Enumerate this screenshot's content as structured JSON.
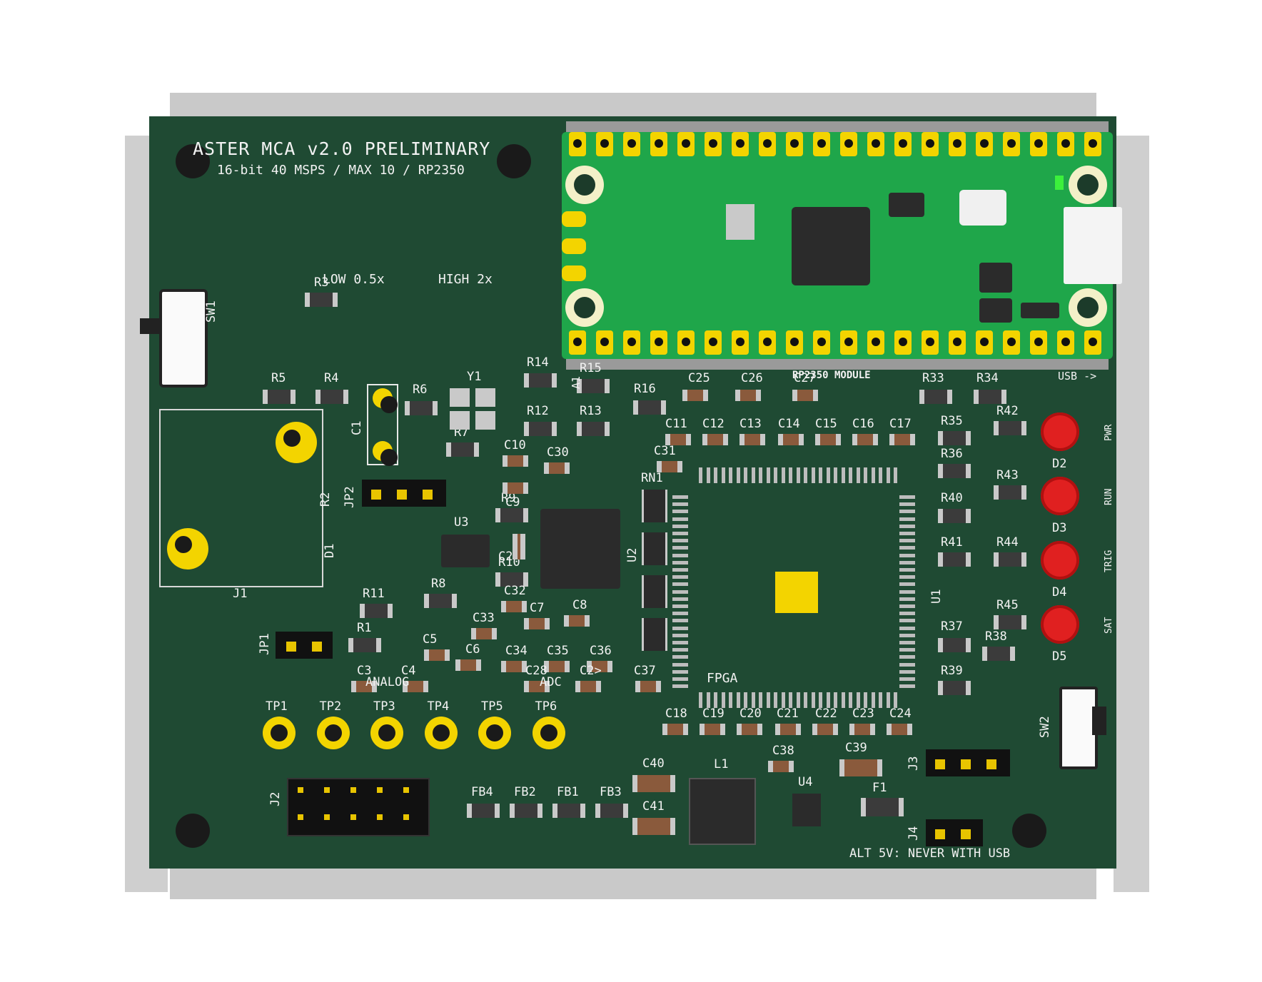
{
  "board": {
    "title": "ASTER MCA v2.0 PRELIMINARY",
    "subtitle": "16-bit 40 MSPS / MAX 10 / RP2350",
    "low_gain": "LOW 0.5x",
    "high_gain": "HIGH 2x",
    "module_label": "RP2350 MODULE",
    "usb_label": "USB ->",
    "fpga_label": "FPGA",
    "analog_label": "ANALOG",
    "adc_label": "ADC",
    "alt5v_label": "ALT 5V: NEVER WITH USB",
    "a1_label": "A1"
  },
  "refdes": {
    "SW1": "SW1",
    "SW2": "SW2",
    "R3": "R3",
    "R5": "R5",
    "R4": "R4",
    "R6": "R6",
    "R7": "R7",
    "Y1": "Y1",
    "C1": "C1",
    "R2": "R2",
    "JP2": "JP2",
    "D1": "D1",
    "J1": "J1",
    "U3": "U3",
    "R9": "R9",
    "C9": "C9",
    "C2": "C2",
    "R10": "R10",
    "C10": "C10",
    "C30": "C30",
    "R14": "R14",
    "R15": "R15",
    "R12": "R12",
    "R13": "R13",
    "R16": "R16",
    "C25": "C25",
    "C26": "C26",
    "C27": "C27",
    "C11": "C11",
    "C12": "C12",
    "C13": "C13",
    "C14": "C14",
    "C15": "C15",
    "C16": "C16",
    "C17": "C17",
    "C31": "C31",
    "RN1": "RN1",
    "U2": "U2",
    "U1": "U1",
    "R11": "R11",
    "R8": "R8",
    "R1": "R1",
    "JP1": "JP1",
    "C32": "C32",
    "C7": "C7",
    "C8": "C8",
    "C33": "C33",
    "C5": "C5",
    "C6": "C6",
    "C34": "C34",
    "C35": "C35",
    "C36": "C36",
    "C3": "C3",
    "C4": "C4",
    "C28": "C28",
    "C29": "C2>",
    "C37": "C37",
    "TP1": "TP1",
    "TP2": "TP2",
    "TP3": "TP3",
    "TP4": "TP4",
    "TP5": "TP5",
    "TP6": "TP6",
    "J2": "J2",
    "FB4": "FB4",
    "FB2": "FB2",
    "FB1": "FB1",
    "FB3": "FB3",
    "C40": "C40",
    "C41": "C41",
    "L1": "L1",
    "C38": "C38",
    "U4": "U4",
    "C39": "C39",
    "F1": "F1",
    "J3": "J3",
    "J4": "J4",
    "C18": "C18",
    "C19": "C19",
    "C20": "C20",
    "C21": "C21",
    "C22": "C22",
    "C23": "C23",
    "C24": "C24",
    "R33": "R33",
    "R34": "R34",
    "R35": "R35",
    "R36": "R36",
    "R40": "R40",
    "R41": "R41",
    "R37": "R37",
    "R39": "R39",
    "R42": "R42",
    "R43": "R43",
    "R44": "R44",
    "R45": "R45",
    "R38": "R38",
    "D2": "D2",
    "D3": "D3",
    "D4": "D4",
    "D5": "D5"
  },
  "leds": {
    "pwr": "PWR",
    "run": "RUN",
    "trig": "TRIG",
    "sat": "SAT"
  },
  "colors": {
    "pcb": "#1f4a33",
    "silk": "#f2f2f2",
    "gold": "#f3d400",
    "pico": "#1fa64a",
    "led": "#e02020"
  }
}
